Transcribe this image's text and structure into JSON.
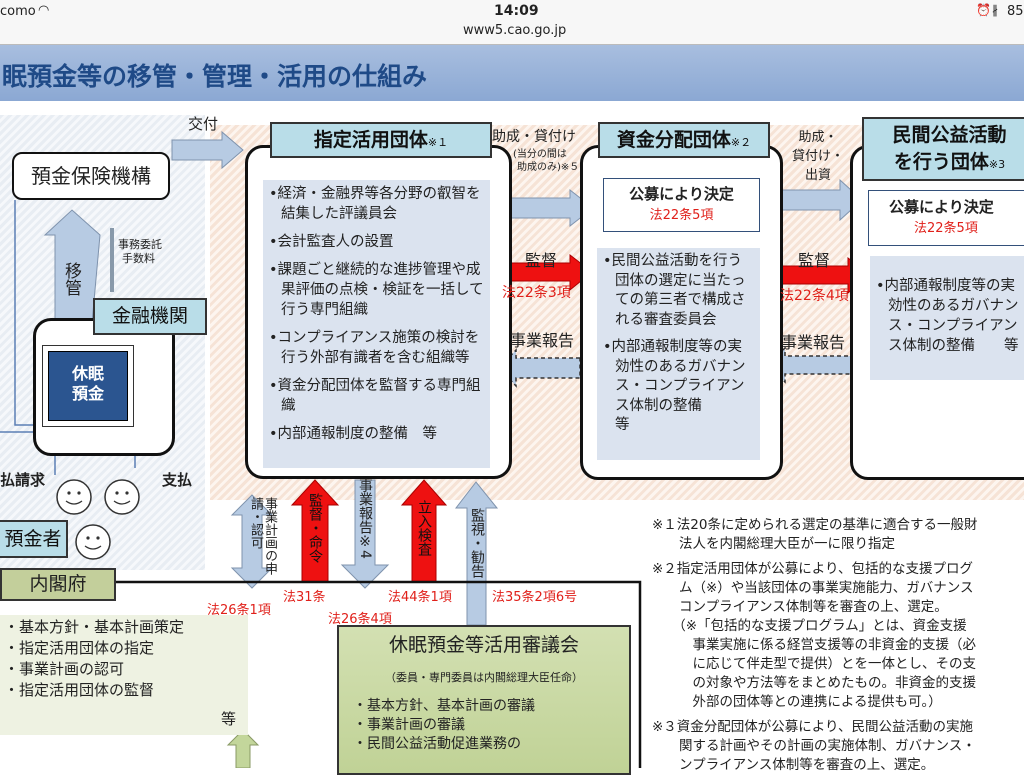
{
  "status_bar": {
    "carrier": "como",
    "time": "14:09",
    "url": "www5.cao.go.jp",
    "battery": "85"
  },
  "title": "眠預金等の移管・管理・活用の仕組み",
  "left": {
    "dic": "預金保険機構",
    "transfer": "移管",
    "fee": [
      "事務委託",
      "手数料"
    ],
    "bank": "金融機関",
    "dormant": [
      "休眠",
      "預金"
    ],
    "claim": "払請求",
    "pay": "支払",
    "depositor": "預金者",
    "grant": "交付"
  },
  "designated": {
    "title": "指定活用団体",
    "note": "※１",
    "items": [
      "•経済・金融界等各分野の叡智を結集した評議員会",
      "•会計監査人の設置",
      "•課題ごと継続的な進捗管理や成果評価の点検・検証を一括して行う専門組織",
      "•コンプライアンス施策の検討を行う外部有識者を含む組織等",
      "•資金分配団体を監督する専門組織",
      "•内部通報制度の整備　等"
    ]
  },
  "flow1": {
    "label": "助成・貸付け",
    "sub1": "(当分の間は",
    "sub2": "助成のみ)※５",
    "supervise": "監督",
    "law": "法22条3項",
    "report": "事業報告"
  },
  "distribution": {
    "title": "資金分配団体",
    "note": "※２",
    "decide": "公募により決定",
    "law": "法22条5項",
    "items": [
      "•民間公益活動を行う団体の選定に当たっての第三者で構成される審査委員会",
      "•内部通報制度等の実効性のあるガバナンス・コンプライアンス体制の整備　　　等"
    ]
  },
  "flow2": {
    "label1": "助成・",
    "label2": "貸付け・",
    "label3": "出資",
    "supervise": "監督",
    "law": "法22条4項",
    "report": "事業報告"
  },
  "private": {
    "title1": "民間公益活動",
    "title2": "を行う団体",
    "note": "※3",
    "decide": "公募により決定",
    "law": "法22条5項",
    "items": [
      "•内部通報制度等の実効性のあるガバナンス・コンプライアンス体制の整備　　等"
    ]
  },
  "vertical": {
    "plan": "事業計画の申請・認可",
    "order": "監督・命令",
    "report": "事業報告※4",
    "inspect": "立入検査",
    "monitor": "監視・勧告"
  },
  "laws": {
    "l1": "法26条1項",
    "l2": "法31条",
    "l3": "法26条4項",
    "l4": "法44条1項",
    "l5": "法35条2項6号"
  },
  "cabinet": {
    "title": "内閣府",
    "items": [
      "・基本方針・基本計画策定",
      "・指定活用団体の指定",
      "・事業計画の認可",
      "・指定活用団体の監督"
    ],
    "etc": "等"
  },
  "council": {
    "title": "休眠預金等活用審議会",
    "sub": "（委員・専門委員は内閣総理大臣任命）",
    "items": [
      "・基本方針、基本計画の審議",
      "・事業計画の審議",
      "・民間公益活動促進業務の"
    ]
  },
  "notes": [
    "※１法20条に定められる選定の基準に適合する一般財",
    "　　法人を内閣総理大臣が一に限り指定",
    "※２指定活用団体が公募により、包括的な支援プログ",
    "　　ム（※）や当該団体の事業実施能力、ガバナンス",
    "　　コンプライアンス体制等を審査の上、選定。",
    "　　（※「包括的な支援プログラム」とは、資金支援",
    "　　　事業実施に係る経営支援等の非資金的支援（必",
    "　　　に応じて伴走型で提供）とを一体とし、その支",
    "　　　の対象や方法等をまとめたもの。非資金的支援",
    "　　　外部の団体等との連携による提供も可。）",
    "※３資金分配団体が公募により、民間公益活動の実施",
    "　　関する計画やその計画の実施体制、ガバナンス・",
    "　　ンプライアンス体制等を審査の上、選定。"
  ],
  "colors": {
    "title": "#1f4a87",
    "label": "#b9dde8",
    "red": "#e0201a",
    "arrow": "#b7cbe3",
    "green": "#c3d69b"
  }
}
